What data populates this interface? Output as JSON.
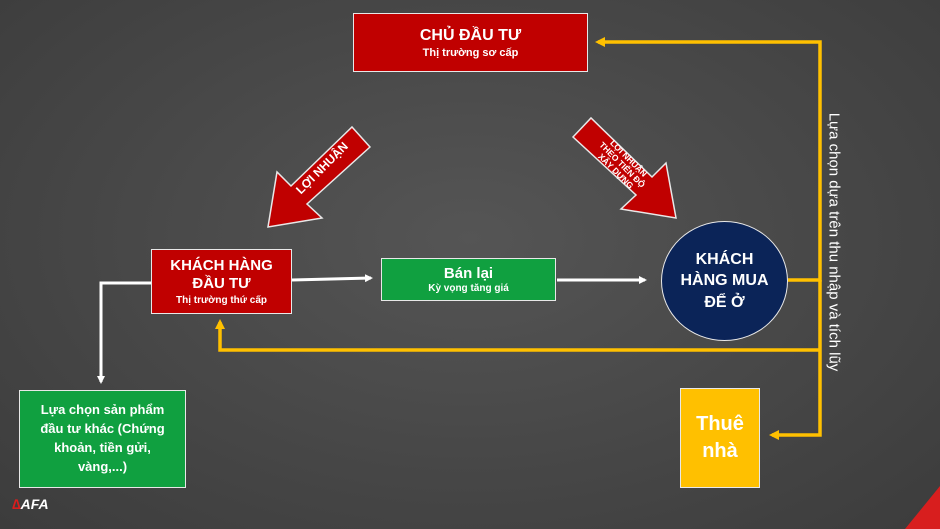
{
  "colors": {
    "background": "#474747",
    "red": "#c00000",
    "green": "#10a040",
    "yellow": "#ffc000",
    "navy": "#0b2458",
    "connector": "#ffc000",
    "arrow_white": "#ffffff"
  },
  "nodes": {
    "chu_dau_tu": {
      "title": "CHỦ ĐẦU TƯ",
      "subtitle": "Thị trường sơ cấp"
    },
    "khach_hang_dau_tu": {
      "title": "KHÁCH HÀNG ĐẦU TƯ",
      "subtitle": "Thị trường thứ cấp"
    },
    "ban_lai": {
      "title": "Bán lại",
      "subtitle": "Kỳ vọng tăng giá"
    },
    "khach_hang_mua_de_o": {
      "title": "KHÁCH HÀNG MUA ĐỂ Ở"
    },
    "lua_chon_khac": {
      "title": "Lựa chọn sản phẩm đầu tư khác (Chứng khoản, tiền gửi, vàng,...)"
    },
    "thue_nha": {
      "title": "Thuê nhà"
    }
  },
  "edges": {
    "loi_nhuan": "LỢI NHUẬN",
    "loi_nhuan_theo_tien_do": "LỢI NHUẬN THEO TIẾN ĐỘ XÂY DỰNG",
    "side_note": "Lựa chọn dựa trên thu nhập và tích lũy"
  },
  "logo": {
    "mark": "∆",
    "text": "AFA"
  }
}
